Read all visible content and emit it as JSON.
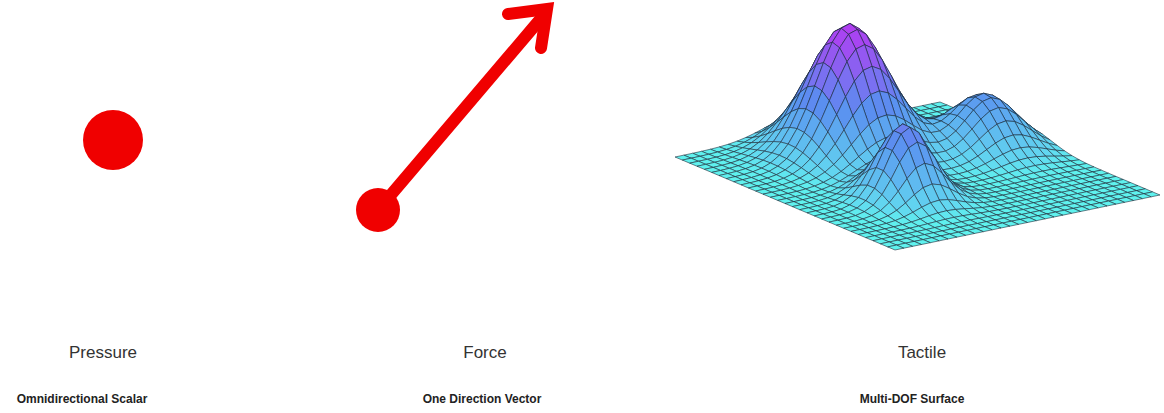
{
  "diagram": {
    "labels": [
      "Pressure",
      "Omnidirectional Scalar",
      "Force",
      "One Direction Vector",
      "Tactile",
      "Multi-DOF Surface"
    ]
  }
}
